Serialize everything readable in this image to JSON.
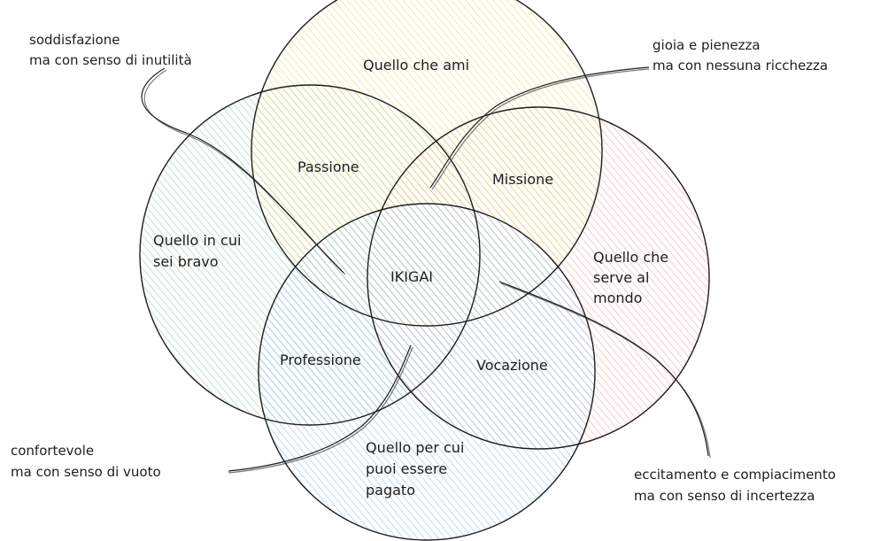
{
  "circles": {
    "love": {
      "label": "Quello che ami",
      "color": "#e6d86a"
    },
    "good": {
      "label": [
        "Quello in cui",
        "sei bravo"
      ],
      "color": "#8fd3a2"
    },
    "world": {
      "label": [
        "Quello che",
        "serve al",
        "mondo"
      ],
      "color": "#f2a9a0"
    },
    "paid": {
      "label": [
        "Quello per cui",
        "puoi essere",
        "pagato"
      ],
      "color": "#8fc3e8"
    }
  },
  "intersections": {
    "passion": "Passione",
    "mission": "Missione",
    "profession": "Professione",
    "vocation": "Vocazione",
    "center": "IKIGAI"
  },
  "notes": {
    "top_left": [
      "soddisfazione",
      "ma con senso di inutilità"
    ],
    "top_right": [
      "gioia e pienezza",
      "ma con nessuna ricchezza"
    ],
    "bottom_left": [
      "confortevole",
      "ma con senso di vuoto"
    ],
    "bottom_right": [
      "eccitamento e compiacimento",
      "ma con senso di incertezza"
    ]
  }
}
